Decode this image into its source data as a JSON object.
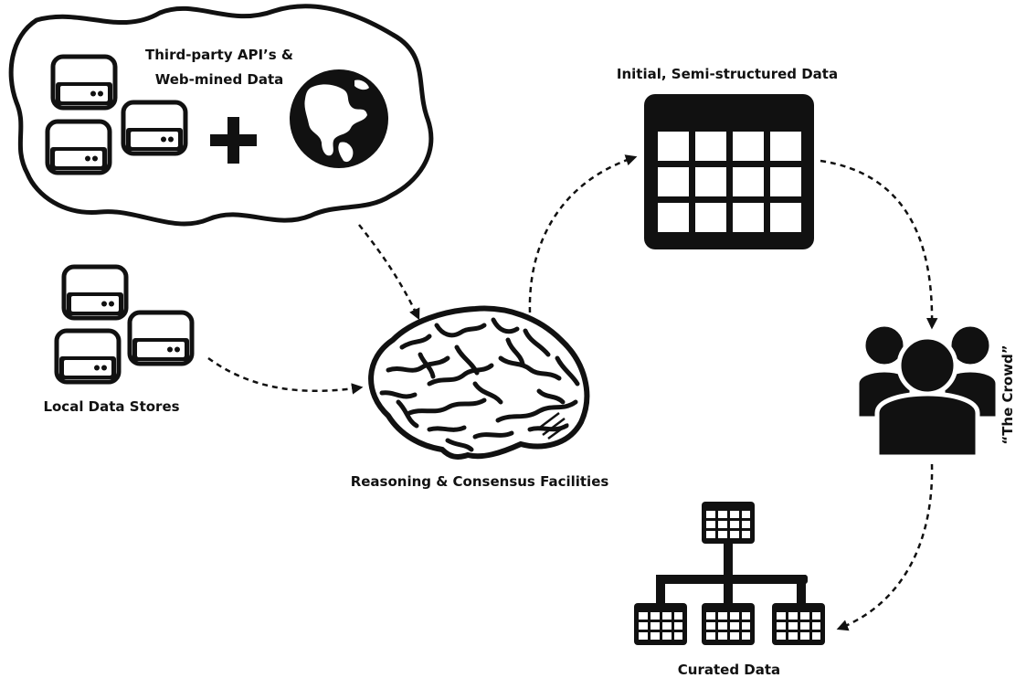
{
  "labels": {
    "third_party_line1": "Third-party API’s &",
    "third_party_line2": "Web-mined Data",
    "semi_structured": "Initial, Semi-structured Data",
    "local_stores": "Local Data Stores",
    "reasoning": "Reasoning & Consensus Facilities",
    "crowd": "“The Crowd”",
    "curated": "Curated Data"
  },
  "icons": {
    "server": "server-icon",
    "globe": "globe-icon",
    "plus": "plus-icon",
    "brain": "brain-icon",
    "table": "table-icon",
    "crowd": "crowd-icon",
    "hierarchy": "hierarchy-icon"
  },
  "colors": {
    "ink": "#111111",
    "background": "#ffffff"
  }
}
